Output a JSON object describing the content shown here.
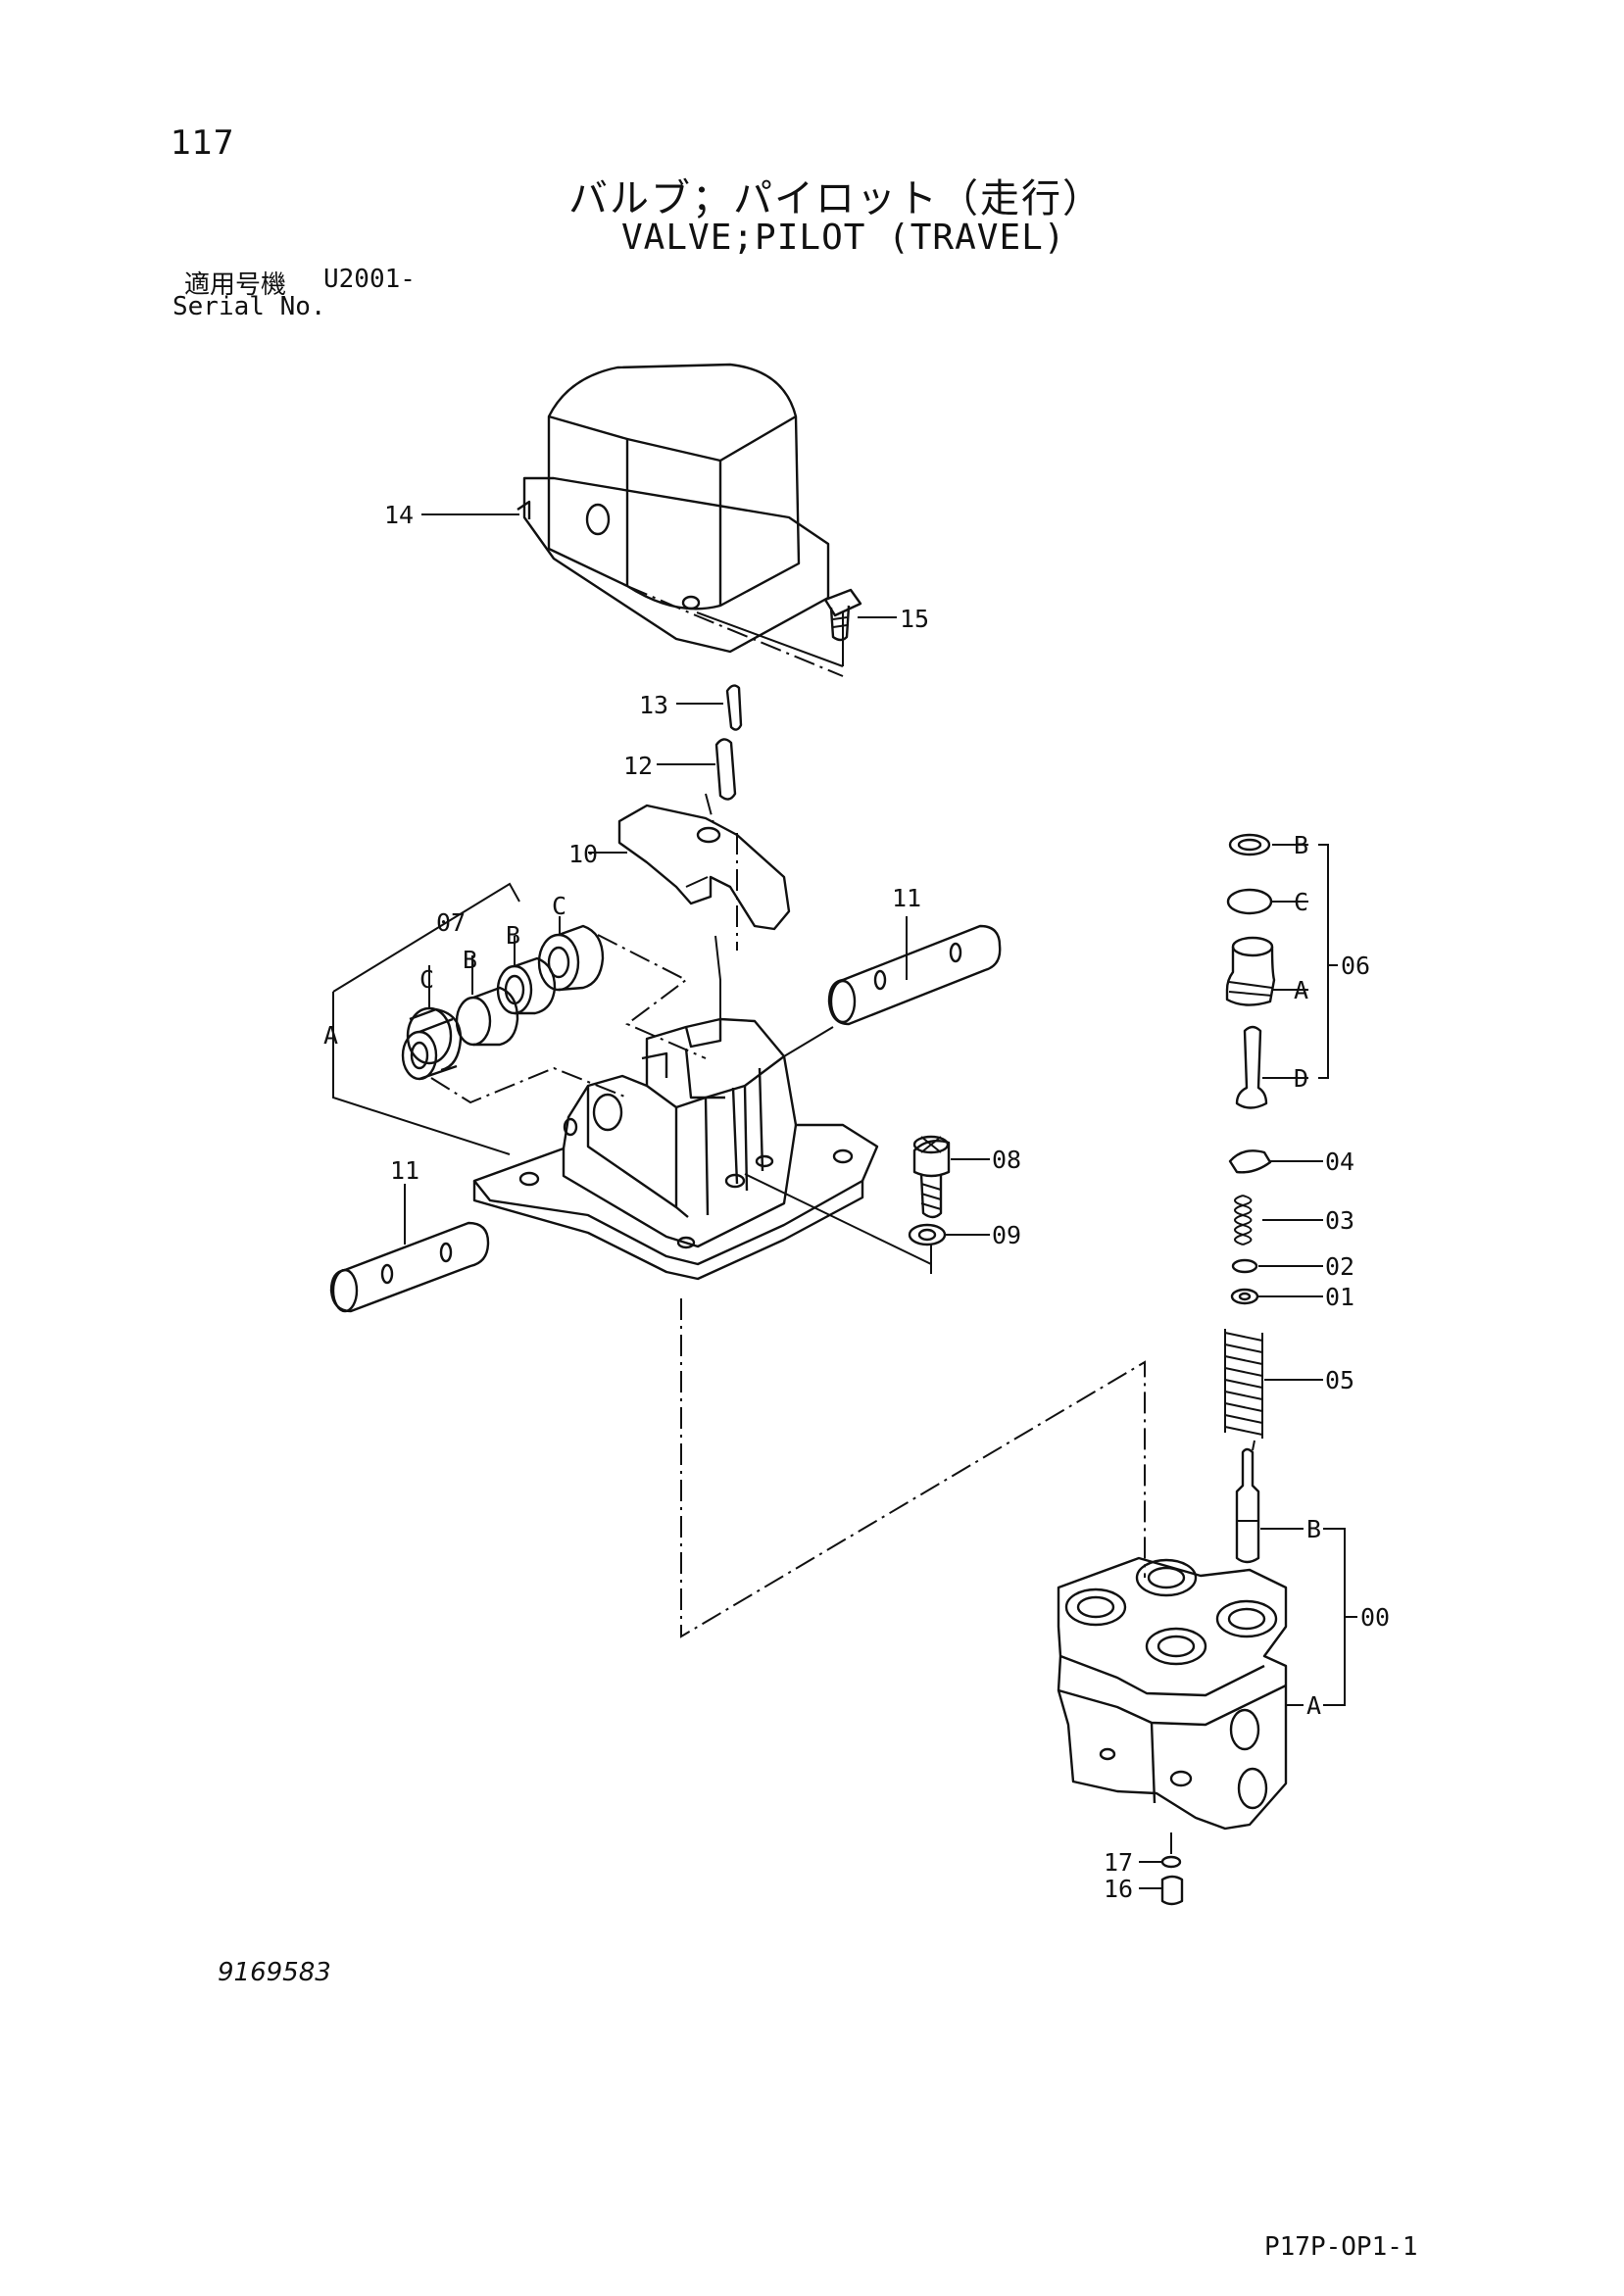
{
  "header": {
    "page_number": "117",
    "title_ja": "バルブ；パイロット（走行）",
    "title_en": "VALVE;PILOT (TRAVEL)",
    "serial_label_ja": "適用号機",
    "serial_label_en": "Serial No.",
    "serial_value": "U2001-"
  },
  "footer": {
    "drawing_number": "9169583",
    "sheet_code": "P17P-OP1-1"
  },
  "callouts": {
    "c14": "14",
    "c15": "15",
    "c13": "13",
    "c12": "12",
    "c10": "10",
    "c11a": "11",
    "c11b": "11",
    "c07": "07",
    "c07_c1": "C",
    "c07_b1": "B",
    "c07_b2": "B",
    "c07_c2": "C",
    "c07_a": "A",
    "c08": "08",
    "c09": "09",
    "c06": "06",
    "c06_b": "B",
    "c06_c": "C",
    "c06_a": "A",
    "c06_d": "D",
    "c04": "04",
    "c03": "03",
    "c02": "02",
    "c01": "01",
    "c05": "05",
    "c00": "00",
    "c00_b": "B",
    "c00_a": "A",
    "c17": "17",
    "c16": "16"
  }
}
